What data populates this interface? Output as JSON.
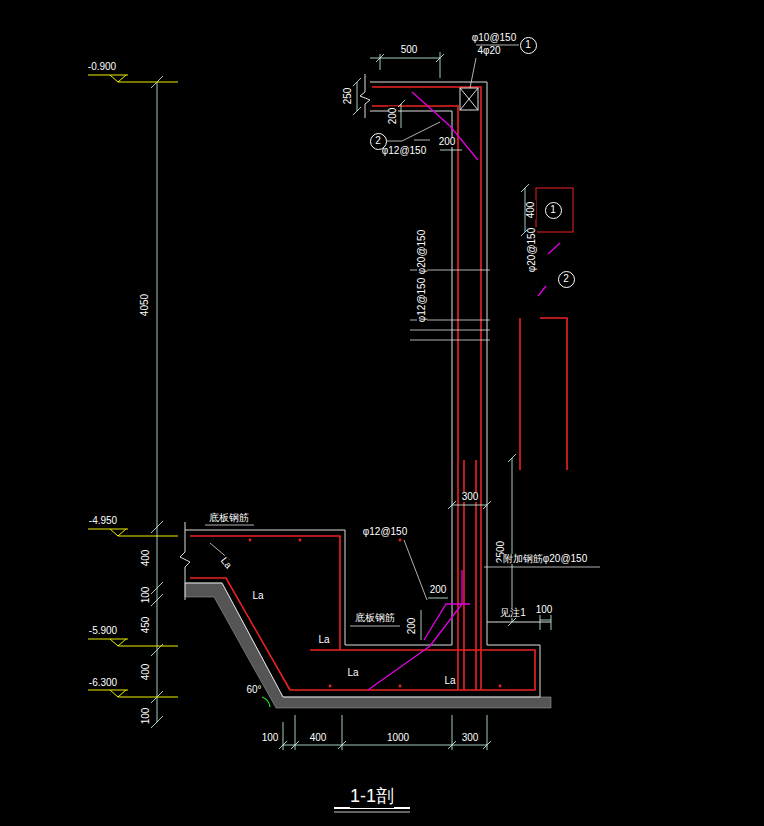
{
  "diagram": {
    "caption": "1-1剖",
    "nodes": [
      {
        "text": [
          "1"
        ]
      },
      {
        "text": [
          "2"
        ]
      },
      {
        "text": [
          "1"
        ]
      },
      {
        "text": [
          "2"
        ]
      }
    ],
    "labels": [
      "-0.900",
      "4050",
      "-4.950",
      "400",
      "100",
      "-5.900",
      "450",
      "-6.300",
      "400",
      "100",
      "500",
      "250",
      "200",
      "200",
      "φ10@150",
      "4φ20",
      "φ12@150",
      "400",
      "φ20@150",
      "φ20@150",
      "φ12@150",
      "300",
      "φ12@150",
      "2500",
      "附加钢筋φ20@150",
      "底板钢筋",
      "底板钢筋",
      "200",
      "200",
      "见注1",
      "100",
      "La",
      "La",
      "La",
      "La",
      "La",
      "60°",
      "100",
      "400",
      "1000",
      "300"
    ]
  }
}
